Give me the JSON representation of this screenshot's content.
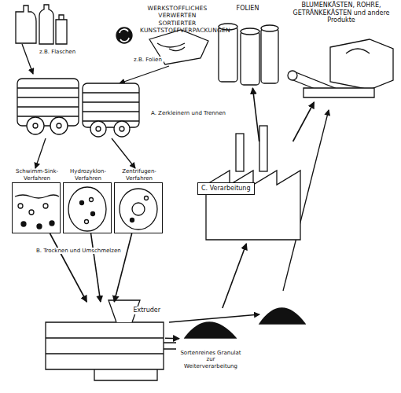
{
  "diagram": {
    "title": "WERKSTOFFLICHES VERWERTEN SORTIERTER KUNSTSTOFFVERPACKUNGEN",
    "nodes": [
      {
        "text": [
          "Schwimm-Sink-Verfahren"
        ]
      },
      {
        "text": [
          "Hydrozyklon-Verfahren"
        ]
      },
      {
        "text": [
          "Zentrifugen-Verfahren"
        ]
      },
      {
        "text": [
          "Extruder"
        ]
      },
      {
        "text": [
          "Sortenreines Granulat zur Weiterverarbeitung"
        ]
      },
      {
        "text": [
          "C. Verarbeitung"
        ]
      },
      {
        "text": [
          "FOLIEN"
        ]
      },
      {
        "text": [
          "BLUMENKÄSTEN, ROHRE, GETRÄNKEKÄSTEN und andere Produkte"
        ]
      }
    ],
    "edges": [
      {
        "from": 0,
        "to": 3,
        "arrow": "to"
      },
      {
        "from": 1,
        "to": 3,
        "arrow": "to"
      },
      {
        "from": 2,
        "to": 3,
        "arrow": "to"
      },
      {
        "from": 3,
        "to": 4,
        "arrow": "to"
      },
      {
        "from": 4,
        "to": 5,
        "arrow": "to"
      },
      {
        "from": 5,
        "to": 6,
        "arrow": "to"
      },
      {
        "from": 5,
        "to": 7,
        "arrow": "to"
      }
    ],
    "labels": [
      "z.B. Flaschen",
      "z.B. Folien",
      "A. Zerkleinern und Trennen",
      "B. Trocknen und Umschmelzen"
    ]
  }
}
